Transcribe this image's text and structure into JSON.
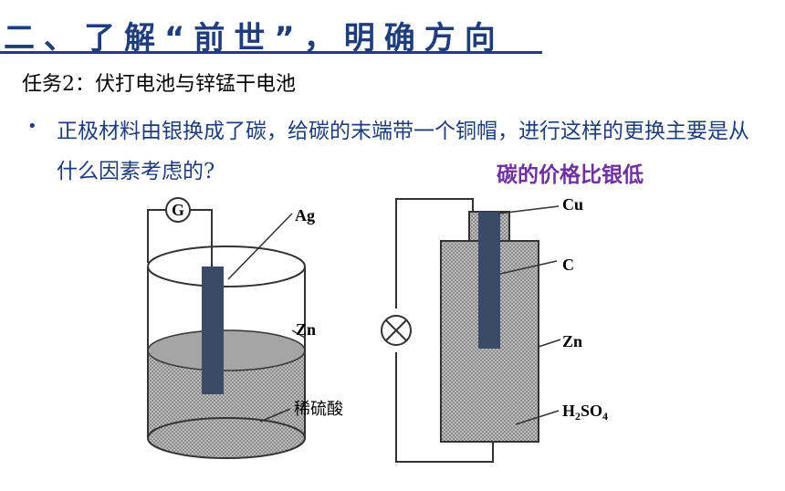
{
  "header": {
    "title": "二、了解“前世”，明确方向",
    "task": "任务2：伏打电池与锌锰干电池"
  },
  "question": {
    "bullet": "•",
    "text": "正极材料由银换成了碳，给碳的末端带一个铜帽，进行这样的更换主要是从什么因素考虑的?"
  },
  "answer": "碳的价格比银低",
  "voltaic_cell": {
    "meter_label": "G",
    "electrode_ag": "Ag",
    "electrode_zn": "Zn",
    "electrolyte": "稀硫酸"
  },
  "dry_cell": {
    "cap_label": "Cu",
    "rod_label": "C",
    "case_label": "Zn",
    "electrolyte_h": "H",
    "electrolyte_sub1": "2",
    "electrolyte_so": "SO",
    "electrolyte_sub2": "4"
  },
  "colors": {
    "title": "#1f3d7a",
    "answer": "#7030a0",
    "electrode": "#3b4a66",
    "solution": "#a8a8a8"
  }
}
